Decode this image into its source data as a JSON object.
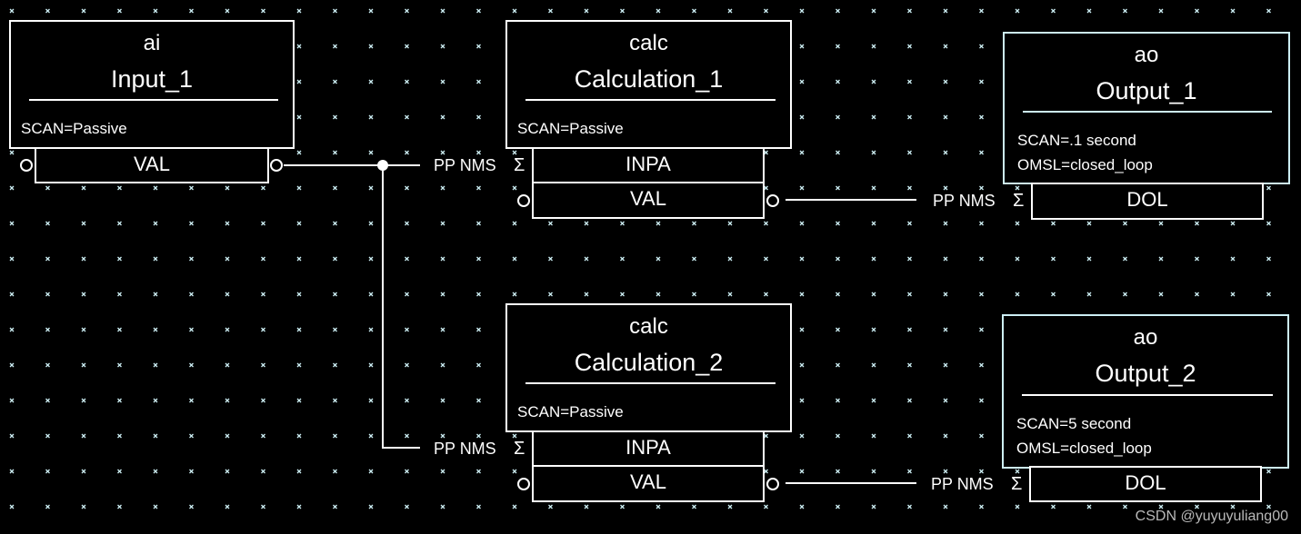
{
  "records": [
    {
      "id": "input_1",
      "type": "ai",
      "name": "Input_1",
      "fields": [
        "SCAN=Passive"
      ],
      "ports": [
        "VAL"
      ]
    },
    {
      "id": "calc_1",
      "type": "calc",
      "name": "Calculation_1",
      "fields": [
        "SCAN=Passive"
      ],
      "ports": [
        "INPA",
        "VAL"
      ]
    },
    {
      "id": "output_1",
      "type": "ao",
      "name": "Output_1",
      "fields": [
        "SCAN=.1 second",
        "OMSL=closed_loop"
      ],
      "ports": [
        "DOL"
      ]
    },
    {
      "id": "calc_2",
      "type": "calc",
      "name": "Calculation_2",
      "fields": [
        "SCAN=Passive"
      ],
      "ports": [
        "INPA",
        "VAL"
      ]
    },
    {
      "id": "output_2",
      "type": "ao",
      "name": "Output_2",
      "fields": [
        "SCAN=5 second",
        "OMSL=closed_loop"
      ],
      "ports": [
        "DOL"
      ]
    }
  ],
  "links": [
    {
      "from": "Input_1.VAL",
      "to": "Calculation_1.INPA",
      "label": "PP NMS"
    },
    {
      "from": "Input_1.VAL",
      "to": "Calculation_2.INPA",
      "label": "PP NMS"
    },
    {
      "from": "Calculation_1.VAL",
      "to": "Output_1.DOL",
      "label": "PP NMS"
    },
    {
      "from": "Calculation_2.VAL",
      "to": "Output_2.DOL",
      "label": "PP NMS"
    }
  ],
  "link_symbol": "Σ",
  "watermark": "CSDN @yuyuyuliang00",
  "colors": {
    "background": "#000000",
    "foreground": "#ffffff",
    "grid": "#cdeff5"
  }
}
